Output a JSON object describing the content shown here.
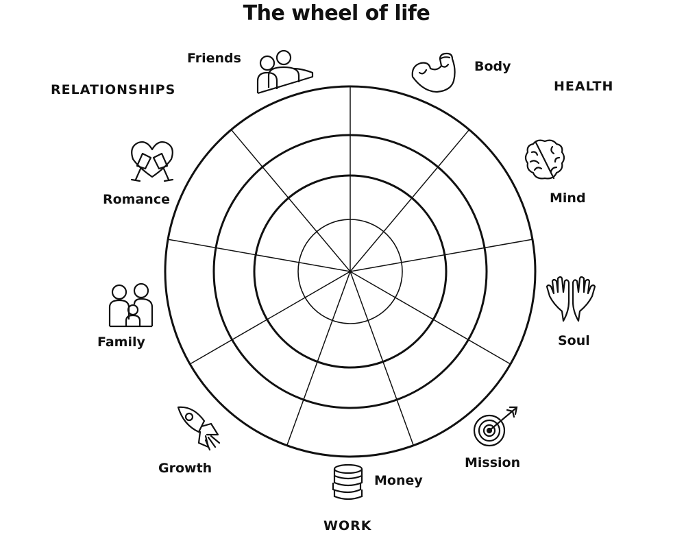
{
  "title": "The wheel of life",
  "categories": {
    "relationships": "RELATIONSHIPS",
    "health": "HEALTH",
    "work": "WORK"
  },
  "segments": {
    "friends": "Friends",
    "body": "Body",
    "mind": "Mind",
    "soul": "Soul",
    "mission": "Mission",
    "money": "Money",
    "growth": "Growth",
    "family": "Family",
    "romance": "Romance"
  },
  "icons": {
    "friends": "two-people-icon",
    "body": "flexed-arm-icon",
    "mind": "brain-icon",
    "soul": "open-hands-icon",
    "mission": "target-arrow-icon",
    "money": "coin-stack-icon",
    "growth": "rocket-icon",
    "family": "family-icon",
    "romance": "heart-glasses-icon"
  },
  "colors": {
    "ink": "#111111",
    "background": "#ffffff"
  }
}
